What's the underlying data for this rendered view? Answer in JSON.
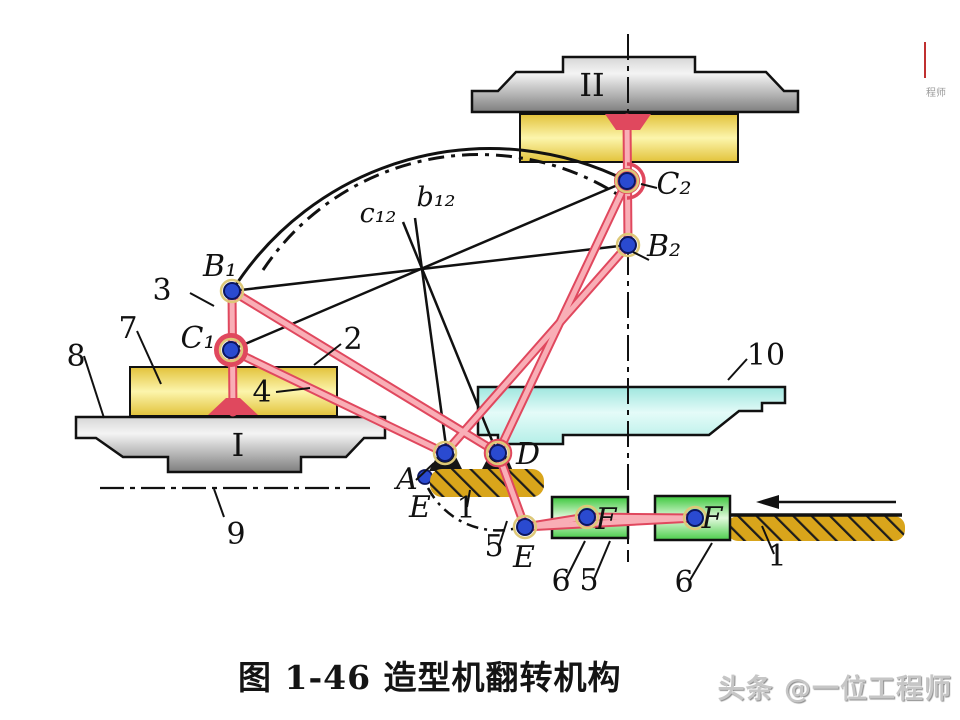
{
  "figure": {
    "caption": "图 1-46   造型机翻转机构"
  },
  "watermark": {
    "brand": "头条 @一位工程师",
    "corner_fragment": "程师"
  },
  "diagram": {
    "platforms": {
      "upper": "II",
      "lower": "I"
    },
    "points": {
      "b1": "B₁",
      "c1": "C₁",
      "b2": "B₂",
      "c2": "C₂",
      "a": "A",
      "d": "D",
      "e_start": "E",
      "e": "E",
      "f_left": "F",
      "f_right": "F"
    },
    "construction": {
      "b12": "b₁₂",
      "c12": "c₁₂"
    },
    "part_numbers": {
      "frame_center": "1",
      "frame_right": "1",
      "link2": "2",
      "link3": "3",
      "link4": "4",
      "link5_center": "5",
      "link5_pair": "5",
      "slider6_left": "6",
      "slider6_right": "6",
      "flask7": "7",
      "table8": "8",
      "axis9": "9",
      "platform10": "10"
    }
  },
  "colors": {
    "link_pink_edge": "#e0485e",
    "link_pink_core": "#f9aeb6",
    "joint_blue": "#2a4ad0",
    "flask_yellow": "#f2dd6e",
    "platform_gray": "#bdbdbd",
    "platform10_cyan": "#bdf0ea",
    "slider_green": "#4ccf4c",
    "ground_gold": "#d9a51b",
    "construction_black": "#111111"
  }
}
